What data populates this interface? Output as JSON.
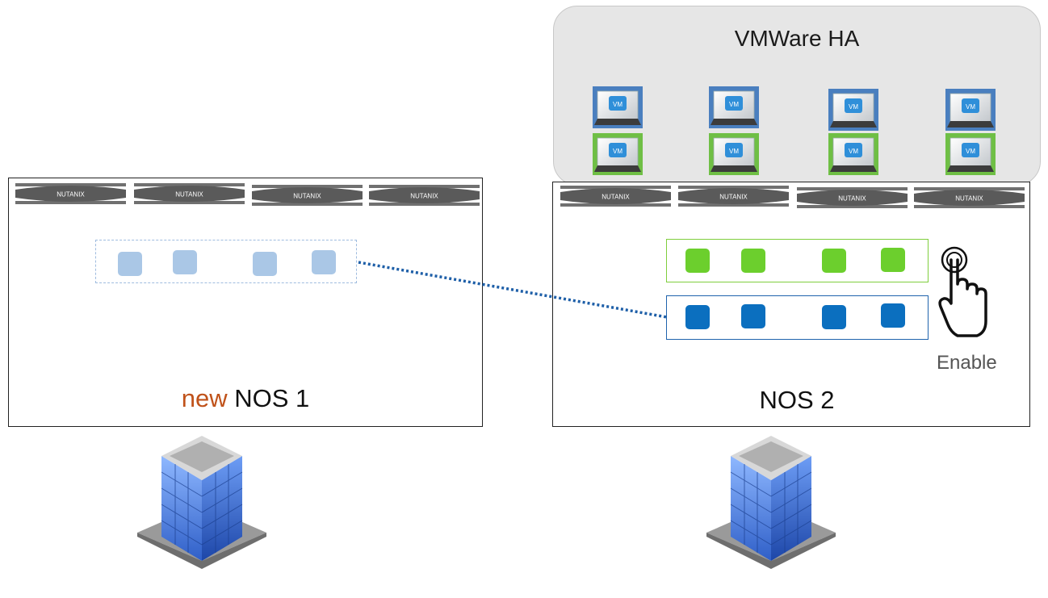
{
  "ha": {
    "title": "VMWare HA"
  },
  "vm_label": "VM",
  "nutanix_label": "NUTANIX",
  "site1": {
    "prefix": "new",
    "label": "NOS 1"
  },
  "site2": {
    "label": "NOS 2"
  },
  "enable_label": "Enable",
  "colors": {
    "green": "#6ccf2d",
    "blue": "#0b6fbf",
    "light_blue": "#aac7e6",
    "new_accent": "#c0521a",
    "vm_frame_blue": "#4a7fbf",
    "vm_frame_green": "#6fbf45"
  },
  "icons": [
    "vm-icon",
    "nutanix-block-icon",
    "building-icon",
    "hand-pointer-icon"
  ]
}
